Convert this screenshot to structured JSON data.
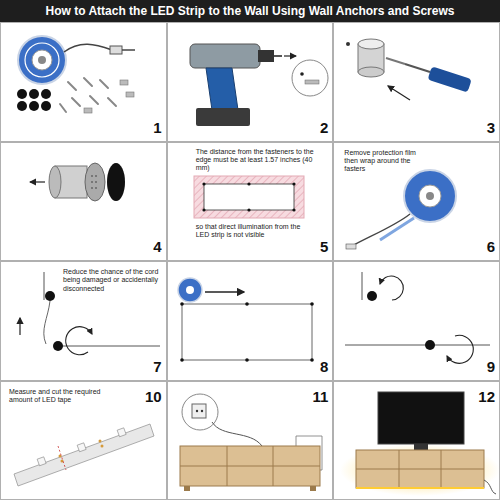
{
  "diagram": {
    "title": "How to Attach the LED Strip to the Wall Using Wall Anchors and Screws",
    "nodes": [
      {
        "text": [
          "1"
        ]
      },
      {
        "text": [
          "2"
        ]
      },
      {
        "text": [
          "3"
        ]
      },
      {
        "text": [
          "4"
        ]
      },
      {
        "text": [
          "The distance from the fasteners to the edge must be at least 1.57 inches (40 mm)",
          "so that direct illumination from the LED strip is not visible",
          "5"
        ]
      },
      {
        "text": [
          "Remove protection film then wrap around the fasters",
          "6"
        ]
      },
      {
        "text": [
          "Reduce the chance of the cord being damaged or accidentally disconnected",
          "7"
        ]
      },
      {
        "text": [
          "8"
        ]
      },
      {
        "text": [
          "9"
        ]
      },
      {
        "text": [
          "Measure and cut the required amount of LED tape",
          "10"
        ]
      },
      {
        "text": [
          "11"
        ]
      },
      {
        "text": [
          "12"
        ]
      }
    ]
  }
}
